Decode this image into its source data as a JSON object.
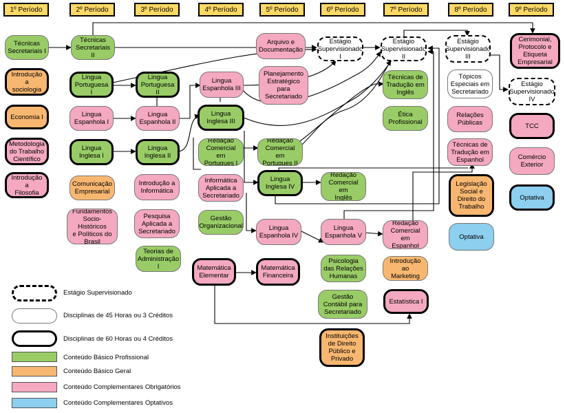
{
  "periods": [
    "1º Período",
    "2º Período",
    "3º Período",
    "4º Período",
    "5º Período",
    "6º Período",
    "7º Período",
    "8º Período",
    "9º Período"
  ],
  "nodes": {
    "tec_sec_1": "Técnicas\nSecretariais I",
    "intro_sociologia": "Introdução a\nsociologia",
    "economia_1": "Economia I",
    "metodologia": "Metodologia\ndo Trabalho\nCientífico",
    "intro_filosofia": "Introdução a\nFilosofia",
    "tec_sec_2": "Técnicas\nSecretariais II",
    "port_1": "Lingua\nPortuguesa I",
    "esp_1": "Lingua\nEspanhola I",
    "ing_1": "Lingua\nInglesa I",
    "com_empresarial": "Comunicação\nEmpresarial",
    "fundamentos": "Fundamentos\nSocio-Históricos\ne Políticos do\nBrasil",
    "port_2": "Lingua\nPortuguesa II",
    "esp_2": "Lingua\nEspanhola II",
    "ing_2": "Lingua\nInglesa II",
    "intro_informatica": "Introdução a\nInformática",
    "pesquisa_aplicada": "Pesquisa\nAplicada a\nSecretariado",
    "teorias_adm": "Teorias de\nAdministração\nI",
    "esp_3": "Lingua\nEspanhola III",
    "ing_3": "Lingua\nInglesa III",
    "red_port_1": "Redação\nComercial em\nPortugues I",
    "informatica_aplicada": "Informática\nAplicada a\nSecretariado",
    "gestao_org": "Gestão\nOrganizacional",
    "mat_elementar": "Matemática\nElementar",
    "arquivo": "Arquivo e\nDocumentação",
    "planejamento": "Planejamento\nEstratégico\npara\nSecretariado",
    "red_port_2": "Redação\nComercial em\nPortugues II",
    "ing_4": "Lingua\nInglesa IV",
    "esp_4": "Lingua\nEspanhola IV",
    "mat_financeira": "Matemática\nFinanceira",
    "estagio_1": "Estágio\nSupervisionado\nI",
    "red_ingles": "Redação\nComercial em\nInglês",
    "esp_5": "Lingua\nEspanhola V",
    "psicologia": "Psicologia\ndas Relações\nHumanas",
    "gestao_contabil": "Gestão\nContábil para\nSecretariado",
    "instituicoes": "Instituições\nde Direito\nPúblico e\nPrivado",
    "estagio_2": "Estágio\nSupervisionado\nII",
    "trad_ingles": "Técnicas de\nTradução em\nInglês",
    "etica": "Ética\nProfissional",
    "red_espanhol": "Redação\nComercial em\nEspanhol",
    "intro_marketing": "Introdução ao\nMarketing",
    "estatistica": "Estatística I",
    "estagio_3": "Estágio\nSupervisionado\nIII",
    "topicos": "Tópicos\nEspeciais em\nSecretariado",
    "relacoes_publicas": "Relações\nPúblicas",
    "trad_espanhol": "Técnicas de\nTradução em\nEspanhol",
    "legislacao": "Legislação\nSocial e\nDireito do\nTrabalho",
    "optativa_8": "Optativa",
    "cerimonial": "Cerimonial,\nProtocolo e\nEtiqueta\nEmpresarial",
    "estagio_4": "Estágio\nSupervisionado\nIV",
    "tcc": "TCC",
    "comercio_exterior": "Comércio\nExterior",
    "optativa_9": "Optativa"
  },
  "legend": {
    "estagio": "Estágio Supervisionado",
    "h45": "Disciplinas de 45 Horas ou 3 Créditos",
    "h60": "Disciplinas de 60 Horas ou 4 Créditos",
    "basico_profissional": "Conteúdo Básico Profissional",
    "basico_geral": "Conteúdo Básico Geral",
    "complementares_obrigatorios": "Conteúdo Complementares Obrigatórios",
    "complementares_optativos": "Conteúdo Complementares Optativos"
  },
  "colors": {
    "basico_profissional": "#99cc66",
    "basico_geral": "#f8b770",
    "complementares_obrigatorios": "#f4a9c0",
    "complementares_optativos": "#8ccfee",
    "header": "#ffd966"
  }
}
